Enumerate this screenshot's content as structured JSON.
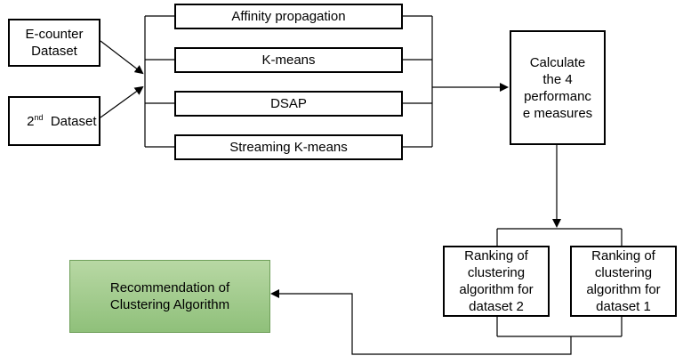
{
  "inputs": {
    "dataset1": {
      "line1": "E-counter",
      "line2": "Dataset"
    },
    "dataset2": {
      "prefix": "2",
      "sup": "nd",
      "suffix": "  Dataset"
    }
  },
  "algorithms": [
    {
      "label": "Affinity propagation"
    },
    {
      "label": "K-means"
    },
    {
      "label": "DSAP"
    },
    {
      "label": "Streaming K-means"
    }
  ],
  "measures": {
    "lines": [
      "Calculate",
      "the 4",
      "performanc",
      "e measures"
    ]
  },
  "rankings": [
    {
      "lines": [
        "Ranking of",
        "clustering",
        "algorithm for",
        "dataset 2"
      ]
    },
    {
      "lines": [
        "Ranking of",
        "clustering",
        "algorithm for",
        "dataset 1"
      ]
    }
  ],
  "recommendation": {
    "lines": [
      "Recommendation of",
      "Clustering Algorithm"
    ]
  }
}
